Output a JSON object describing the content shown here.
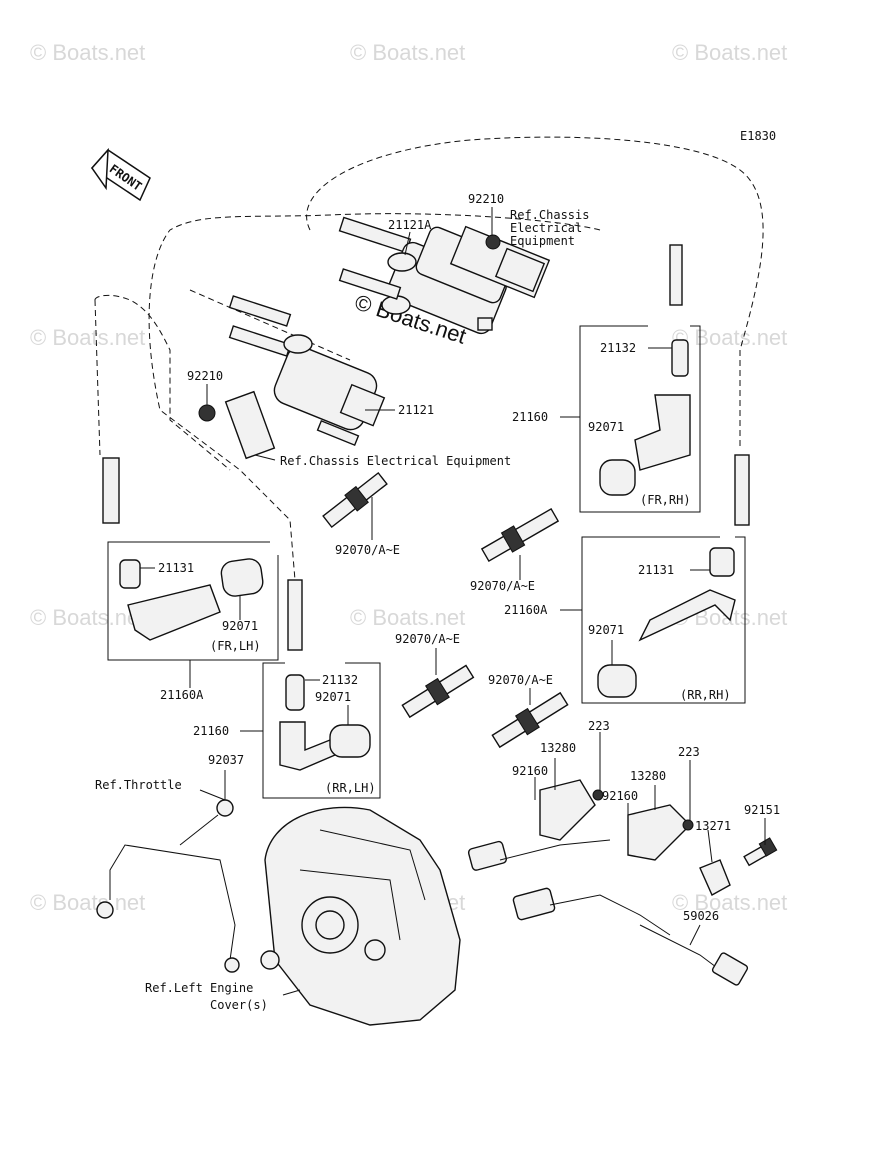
{
  "diagram_code": "E1830",
  "front_label": "FRONT",
  "watermark_text": "© Boats.net",
  "labels": {
    "p92210_top": "92210",
    "ref_chassis_top_1": "Ref.Chassis",
    "ref_chassis_top_2": "Electrical",
    "ref_chassis_top_3": "Equipment",
    "p21121A": "21121A",
    "p92210_left": "92210",
    "p21121": "21121",
    "ref_chassis_mid": "Ref.Chassis Electrical Equipment",
    "p21132_right": "21132",
    "p21160_right": "21160",
    "p92071_right": "92071",
    "fr_rh": "(FR,RH)",
    "p92070_a": "92070/A~E",
    "p92070_b": "92070/A~E",
    "p21131_left": "21131",
    "p92071_left": "92071",
    "fr_lh": "(FR,LH)",
    "p21160A_left": "21160A",
    "p21131_right": "21131",
    "p21160A_right": "21160A",
    "p92071_rr": "92071",
    "rr_rh": "(RR,RH)",
    "p92070_c": "92070/A~E",
    "p92070_d": "92070/A~E",
    "p21132_mid": "21132",
    "p92071_mid": "92071",
    "p21160_mid": "21160",
    "rr_lh": "(RR,LH)",
    "p92037": "92037",
    "ref_throttle": "Ref.Throttle",
    "p223_a": "223",
    "p13280_a": "13280",
    "p92160_a": "92160",
    "p223_b": "223",
    "p13280_b": "13280",
    "p92160_b": "92160",
    "p92151": "92151",
    "p13271": "13271",
    "p59026": "59026",
    "ref_left_engine_1": "Ref.Left Engine",
    "ref_left_engine_2": "Cover(s)"
  }
}
